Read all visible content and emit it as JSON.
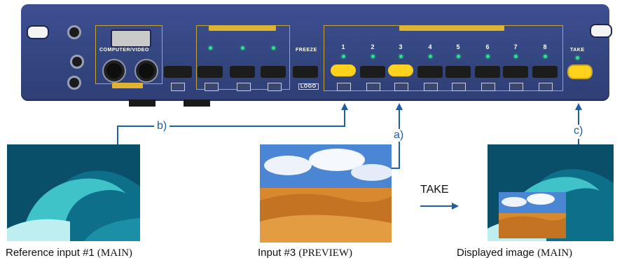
{
  "callouts": {
    "a": "a)",
    "b": "b)",
    "c": "c)"
  },
  "take_label": "TAKE",
  "captions": {
    "reference": {
      "main": "Reference input #1 ",
      "paren": "(MAIN)"
    },
    "input3": {
      "main": "Input #3 ",
      "paren": "(PREVIEW)"
    },
    "displayed": {
      "main": "Displayed image ",
      "paren": "(MAIN)"
    }
  },
  "device": {
    "computer_video_label": "COMPUTER/VIDEO",
    "freeze_label": "FREEZE",
    "logo_label": "LOGO",
    "take_label": "TAKE",
    "input_numbers": [
      "1",
      "2",
      "3",
      "4",
      "5",
      "6",
      "7",
      "8"
    ],
    "lit_inputs": [
      1,
      3
    ],
    "colors": {
      "panel": "#3d4f92",
      "accent_yellow": "#ffd21d",
      "led_green": "#2ee08c",
      "callout_blue": "#1f5fa0"
    }
  }
}
